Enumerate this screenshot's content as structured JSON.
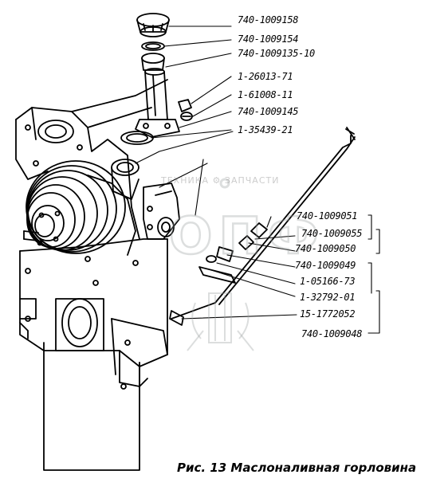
{
  "caption": "Рис. 13 Маслоналивная горловина",
  "watermark": {
    "text_left": "ТЕХНИКА",
    "text_right": "ЗАПЧАСТИ",
    "logo": "ОПФ"
  },
  "labels": [
    "740-1009158",
    "740-1009154",
    "740-1009135-10",
    "1-26013-71",
    "1-61008-11",
    "740-1009145",
    "1-35439-21",
    "740-1009051",
    "740-1009055",
    "740-1009050",
    "740-1009049",
    "1-05166-73",
    "1-32792-01",
    "15-1772052",
    "740-1009048"
  ]
}
